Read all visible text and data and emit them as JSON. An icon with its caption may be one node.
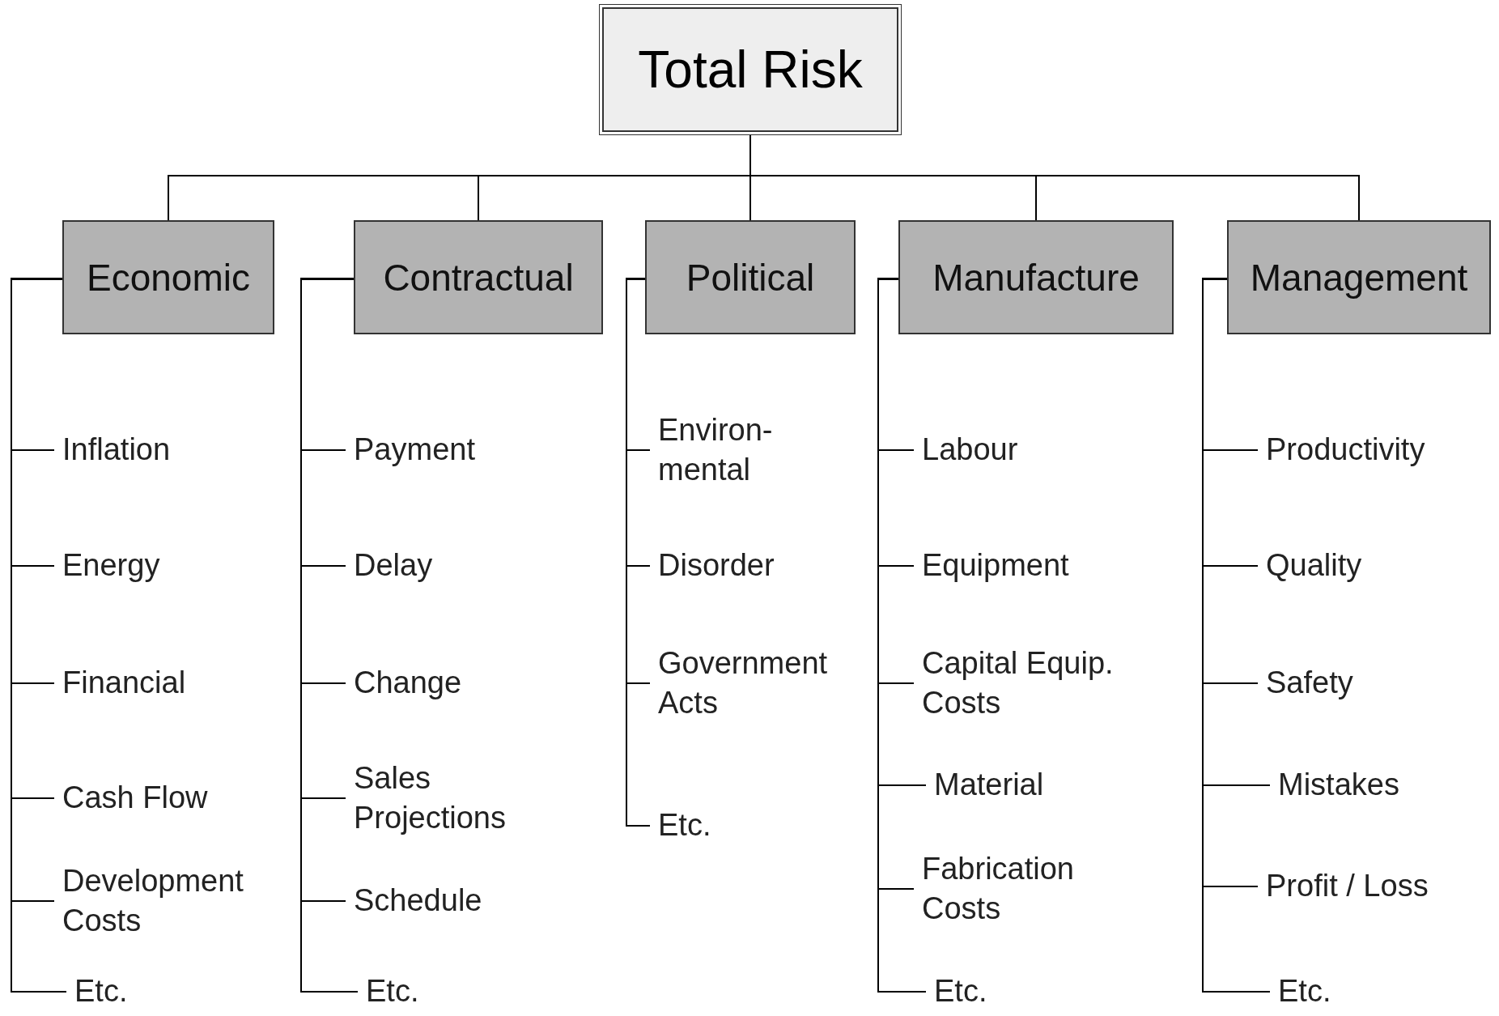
{
  "diagram": {
    "nodes": [
      {
        "text": [
          "Total Risk"
        ]
      },
      {
        "text": [
          "Economic"
        ]
      },
      {
        "text": [
          "Contractual"
        ]
      },
      {
        "text": [
          "Political"
        ]
      },
      {
        "text": [
          "Manufacture"
        ]
      },
      {
        "text": [
          "Management"
        ]
      },
      {
        "text": [
          "Inflation"
        ]
      },
      {
        "text": [
          "Energy"
        ]
      },
      {
        "text": [
          "Financial"
        ]
      },
      {
        "text": [
          "Cash Flow"
        ]
      },
      {
        "text": [
          "Development Costs"
        ]
      },
      {
        "text": [
          "Etc."
        ]
      },
      {
        "text": [
          "Payment"
        ]
      },
      {
        "text": [
          "Delay"
        ]
      },
      {
        "text": [
          "Change"
        ]
      },
      {
        "text": [
          "Sales Projections"
        ]
      },
      {
        "text": [
          "Schedule"
        ]
      },
      {
        "text": [
          "Etc."
        ]
      },
      {
        "text": [
          "Environ-mental"
        ]
      },
      {
        "text": [
          "Disorder"
        ]
      },
      {
        "text": [
          "Government Acts"
        ]
      },
      {
        "text": [
          "Etc."
        ]
      },
      {
        "text": [
          "Labour"
        ]
      },
      {
        "text": [
          "Equipment"
        ]
      },
      {
        "text": [
          "Capital Equip. Costs"
        ]
      },
      {
        "text": [
          "Material"
        ]
      },
      {
        "text": [
          "Fabrication Costs"
        ]
      },
      {
        "text": [
          "Etc."
        ]
      },
      {
        "text": [
          "Productivity"
        ]
      },
      {
        "text": [
          "Quality"
        ]
      },
      {
        "text": [
          "Safety"
        ]
      },
      {
        "text": [
          "Mistakes"
        ]
      },
      {
        "text": [
          "Profit / Loss"
        ]
      },
      {
        "text": [
          "Etc."
        ]
      }
    ],
    "edges": [
      {
        "from": 0,
        "to": 1,
        "arrow": "none"
      },
      {
        "from": 0,
        "to": 2,
        "arrow": "none"
      },
      {
        "from": 0,
        "to": 3,
        "arrow": "none"
      },
      {
        "from": 0,
        "to": 4,
        "arrow": "none"
      },
      {
        "from": 0,
        "to": 5,
        "arrow": "none"
      },
      {
        "from": 1,
        "to": 6,
        "arrow": "none"
      },
      {
        "from": 1,
        "to": 7,
        "arrow": "none"
      },
      {
        "from": 1,
        "to": 8,
        "arrow": "none"
      },
      {
        "from": 1,
        "to": 9,
        "arrow": "none"
      },
      {
        "from": 1,
        "to": 10,
        "arrow": "none"
      },
      {
        "from": 1,
        "to": 11,
        "arrow": "none"
      },
      {
        "from": 2,
        "to": 12,
        "arrow": "none"
      },
      {
        "from": 2,
        "to": 13,
        "arrow": "none"
      },
      {
        "from": 2,
        "to": 14,
        "arrow": "none"
      },
      {
        "from": 2,
        "to": 15,
        "arrow": "none"
      },
      {
        "from": 2,
        "to": 16,
        "arrow": "none"
      },
      {
        "from": 2,
        "to": 17,
        "arrow": "none"
      },
      {
        "from": 3,
        "to": 18,
        "arrow": "none"
      },
      {
        "from": 3,
        "to": 19,
        "arrow": "none"
      },
      {
        "from": 3,
        "to": 20,
        "arrow": "none"
      },
      {
        "from": 3,
        "to": 21,
        "arrow": "none"
      },
      {
        "from": 4,
        "to": 22,
        "arrow": "none"
      },
      {
        "from": 4,
        "to": 23,
        "arrow": "none"
      },
      {
        "from": 4,
        "to": 24,
        "arrow": "none"
      },
      {
        "from": 4,
        "to": 25,
        "arrow": "none"
      },
      {
        "from": 4,
        "to": 26,
        "arrow": "none"
      },
      {
        "from": 4,
        "to": 27,
        "arrow": "none"
      },
      {
        "from": 5,
        "to": 28,
        "arrow": "none"
      },
      {
        "from": 5,
        "to": 29,
        "arrow": "none"
      },
      {
        "from": 5,
        "to": 30,
        "arrow": "none"
      },
      {
        "from": 5,
        "to": 31,
        "arrow": "none"
      },
      {
        "from": 5,
        "to": 32,
        "arrow": "none"
      },
      {
        "from": 5,
        "to": 33,
        "arrow": "none"
      }
    ]
  }
}
